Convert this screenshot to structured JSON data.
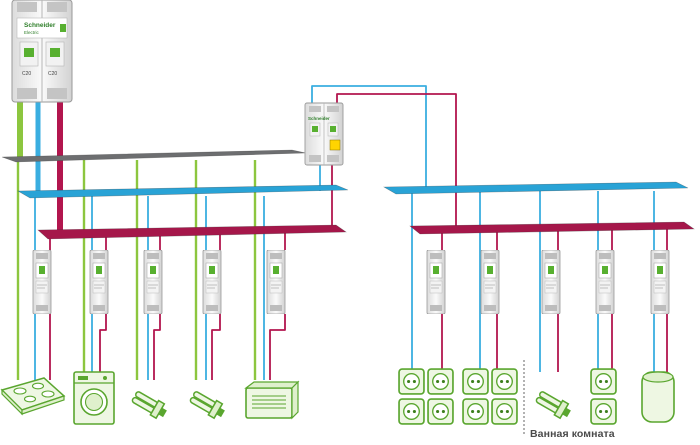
{
  "main_breaker": {
    "brand": "Schneider",
    "brand_sub": "Electric",
    "rating": "C20"
  },
  "rcd": {
    "brand": "Schneider"
  },
  "bathroom_zone": {
    "label": "Ванная комната"
  },
  "colors": {
    "earth_green": "#8cc63f",
    "neutral_blue": "#3aaee0",
    "phase_red": "#b2164e",
    "earth_bar": "#6d6e70",
    "neutral_bar": "#29a3d6",
    "phase_bar": "#a5174a",
    "device_stroke": "#5aa62f",
    "device_fill": "#eef7e3"
  },
  "left_group": {
    "breakers": [
      "circuit-breaker",
      "circuit-breaker",
      "circuit-breaker",
      "circuit-breaker",
      "circuit-breaker"
    ],
    "loads": [
      "cooktop-icon",
      "washing-machine-icon",
      "lamp-icon",
      "lamp-icon",
      "heater-icon"
    ]
  },
  "right_group": {
    "breakers": [
      "circuit-breaker",
      "circuit-breaker",
      "circuit-breaker",
      "circuit-breaker",
      "circuit-breaker"
    ],
    "loads": [
      "socket-group-icon",
      "socket-group-icon",
      "lamp-icon",
      "socket-group-icon",
      "water-heater-icon"
    ]
  }
}
